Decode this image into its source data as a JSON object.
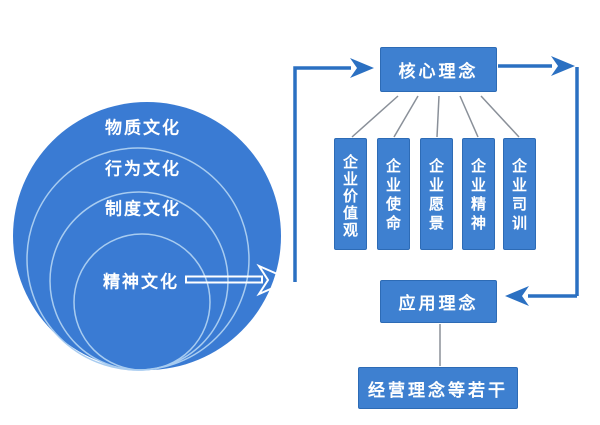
{
  "colors": {
    "circle-blue": "#3A7BD3",
    "shape-blue": "#3E80D0",
    "box-edge": "#2D6BB5",
    "arrow-blue": "#2B70C2",
    "connector-gray": "#8A9099",
    "ring-light": "#A8CCF0"
  },
  "nested_circles": {
    "rings": [
      {
        "label": "物质文化"
      },
      {
        "label": "行为文化"
      },
      {
        "label": "制度文化"
      },
      {
        "label": "精神文化"
      }
    ]
  },
  "flowchart": {
    "core": {
      "label": "核心理念"
    },
    "values": [
      {
        "label": "企业价值观"
      },
      {
        "label": "企业使命"
      },
      {
        "label": "企业愿景"
      },
      {
        "label": "企业精神"
      },
      {
        "label": "企业司训"
      }
    ],
    "application": {
      "label": "应用理念"
    },
    "bottom": {
      "label": "经营理念等若干"
    }
  }
}
